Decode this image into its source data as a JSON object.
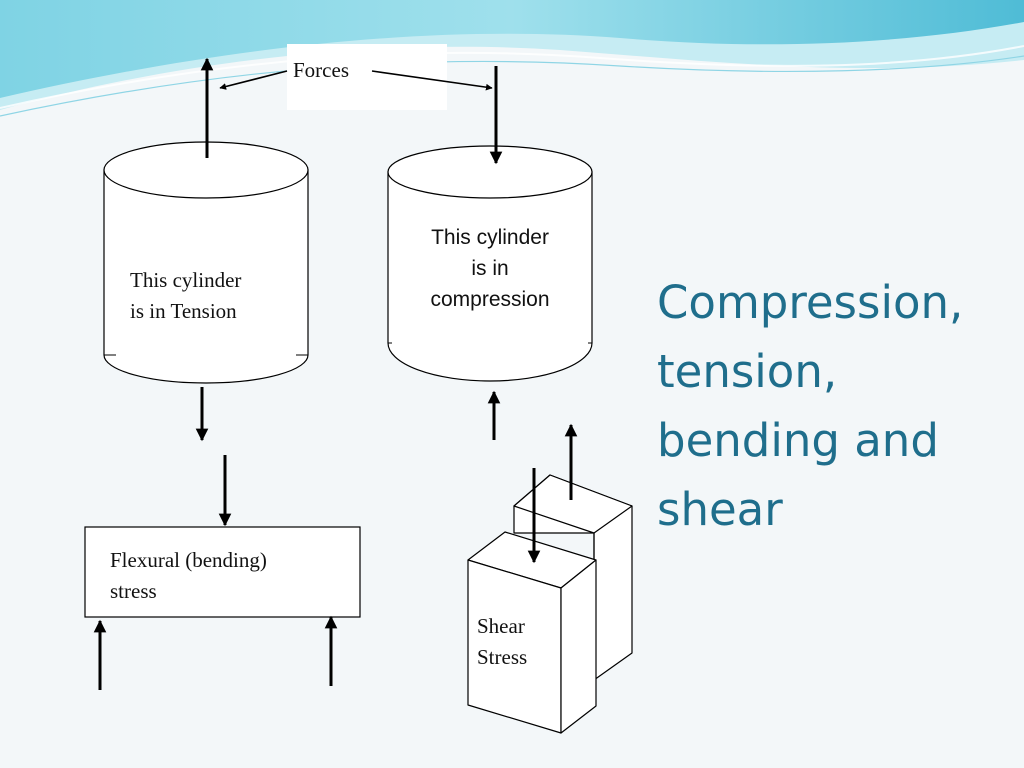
{
  "slide": {
    "title_lines": [
      "Compression,",
      "tension,",
      "bending and",
      "shear"
    ],
    "theme_colors": {
      "title": "#1f6e8c",
      "wave_dark": "#5bc3d9",
      "wave_light": "#bde8f1",
      "background": "#f3f7f9"
    }
  },
  "diagram": {
    "forces_label": "Forces",
    "tension_label_lines": [
      "This cylinder",
      "is in Tension"
    ],
    "compression_label_lines": [
      "This cylinder",
      "is in",
      "compression"
    ],
    "bending_label_lines": [
      "Flexural (bending)",
      "stress"
    ],
    "shear_label_lines": [
      "Shear",
      "Stress"
    ]
  }
}
